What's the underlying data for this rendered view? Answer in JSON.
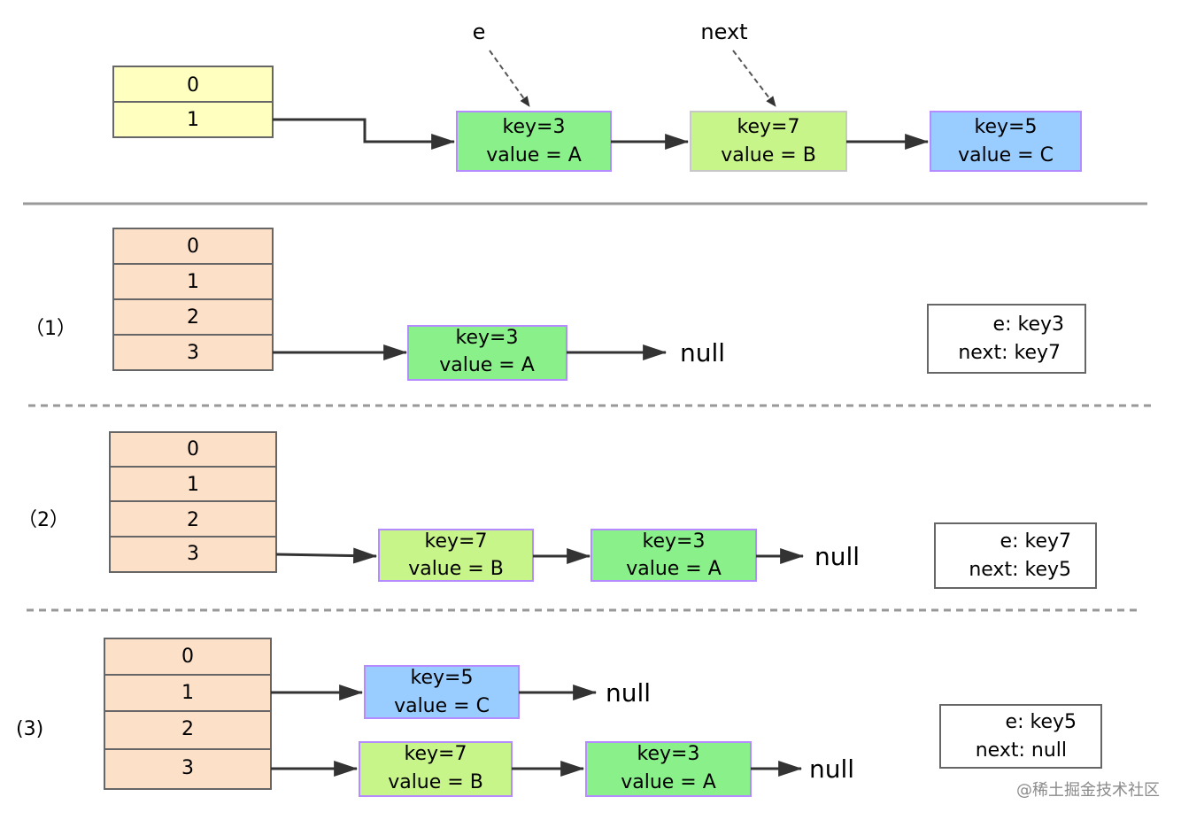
{
  "watermark": "@稀土掘金技术社区",
  "top": {
    "buckets": [
      "0",
      "1"
    ],
    "pointer_e": "e",
    "pointer_next": "next",
    "nodes": [
      {
        "key": "key=3",
        "value": "value = A"
      },
      {
        "key": "key=7",
        "value": "value = B"
      },
      {
        "key": "key=5",
        "value": "value = C"
      }
    ]
  },
  "steps": [
    {
      "label": "（1）",
      "buckets": [
        "0",
        "1",
        "2",
        "3"
      ],
      "chain_3": [
        {
          "key": "key=3",
          "value": "value = A"
        }
      ],
      "null_label": "null",
      "info": {
        "e": "e:  key3",
        "next": "next:  key7"
      }
    },
    {
      "label": "（2）",
      "buckets": [
        "0",
        "1",
        "2",
        "3"
      ],
      "chain_3": [
        {
          "key": "key=7",
          "value": "value = B"
        },
        {
          "key": "key=3",
          "value": "value = A"
        }
      ],
      "null_label": "null",
      "info": {
        "e": "e:  key7",
        "next": "next:  key5"
      }
    },
    {
      "label": "(3)",
      "buckets": [
        "0",
        "1",
        "2",
        "3"
      ],
      "chain_1": [
        {
          "key": "key=5",
          "value": "value = C"
        }
      ],
      "chain_3": [
        {
          "key": "key=7",
          "value": "value = B"
        },
        {
          "key": "key=3",
          "value": "value = A"
        }
      ],
      "null_label": "null",
      "info": {
        "e": "e:  key5",
        "next": "next:   null"
      }
    }
  ],
  "colors": {
    "bucket_top": "#ffffc0",
    "bucket_step": "#fde0c8",
    "node_a": "#8af08a",
    "node_b": "#c8f58a",
    "node_c": "#99ccff"
  }
}
